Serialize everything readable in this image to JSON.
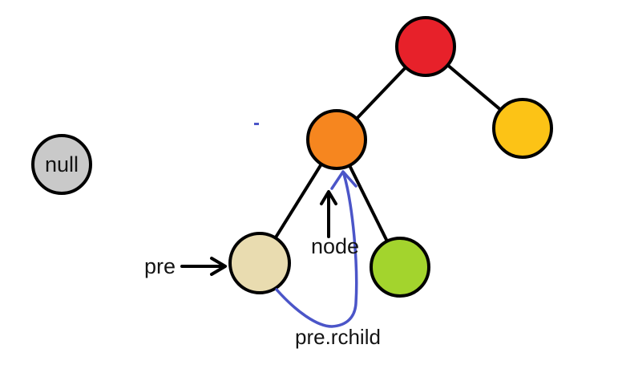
{
  "diagram": {
    "type": "binary-tree-pointer-diagram",
    "colors": {
      "background": "#ffffff",
      "outline": "#000000",
      "pointer": "#4b55c8",
      "text": "#141414"
    },
    "nodes": {
      "null": {
        "label": "null",
        "fill": "#c9c9c9"
      },
      "root": {
        "fill": "#e7212a"
      },
      "root_right": {
        "fill": "#fcc316"
      },
      "node": {
        "fill": "#f6861f"
      },
      "pre": {
        "fill": "#e9dcb0"
      },
      "pre_right": {
        "fill": "#a3d42d"
      }
    },
    "edges": [
      [
        "root",
        "node"
      ],
      [
        "root",
        "root_right"
      ],
      [
        "node",
        "pre"
      ],
      [
        "node",
        "pre_right"
      ]
    ],
    "labels": {
      "null": "null",
      "pre": "pre",
      "node": "node",
      "pre_rchild": "pre.rchild"
    }
  }
}
